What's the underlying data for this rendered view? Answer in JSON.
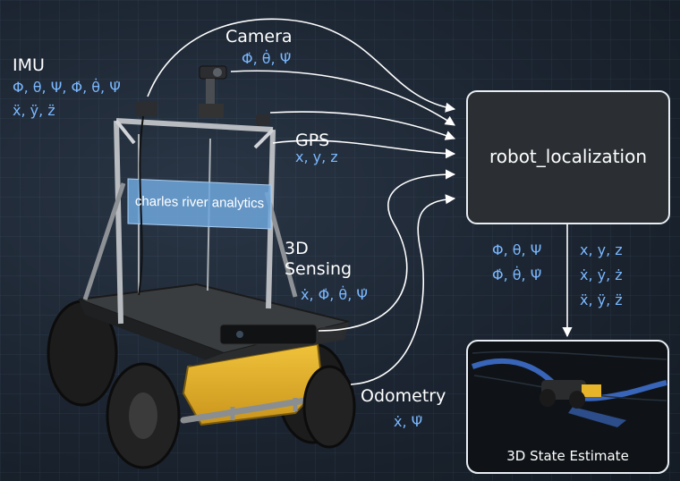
{
  "imu": {
    "label": "IMU",
    "vars_line1": "Φ, θ, Ψ, Φ̇, θ̇, Ψ̇",
    "vars_line2": "ẍ, ÿ, z̈"
  },
  "camera": {
    "label": "Camera",
    "vars": "Φ̇, θ̇, Ψ̇"
  },
  "gps": {
    "label": "GPS",
    "vars": "x, y, z"
  },
  "sensing": {
    "label_line1": "3D",
    "label_line2": "Sensing",
    "vars": "ẋ, Φ̇, θ̇, Ψ̇"
  },
  "odometry": {
    "label": "Odometry",
    "vars": "ẋ, Ψ̇"
  },
  "localization": {
    "label": "robot_localization"
  },
  "output": {
    "orient_line1": "Φ, θ, Ψ",
    "orient_line2": "Φ̇, θ̇, Ψ̇",
    "pos_line1": "x, y, z",
    "pos_line2": "ẋ, ẏ, ż",
    "pos_line3": "ẍ, ÿ, z̈"
  },
  "estimate": {
    "label": "3D State Estimate"
  },
  "robot": {
    "sign_text": "charles river analytics"
  },
  "colors": {
    "accent": "#7ab8ff",
    "chassis_yellow": "#e7b52a",
    "sign_blue": "#6ea7dc"
  }
}
